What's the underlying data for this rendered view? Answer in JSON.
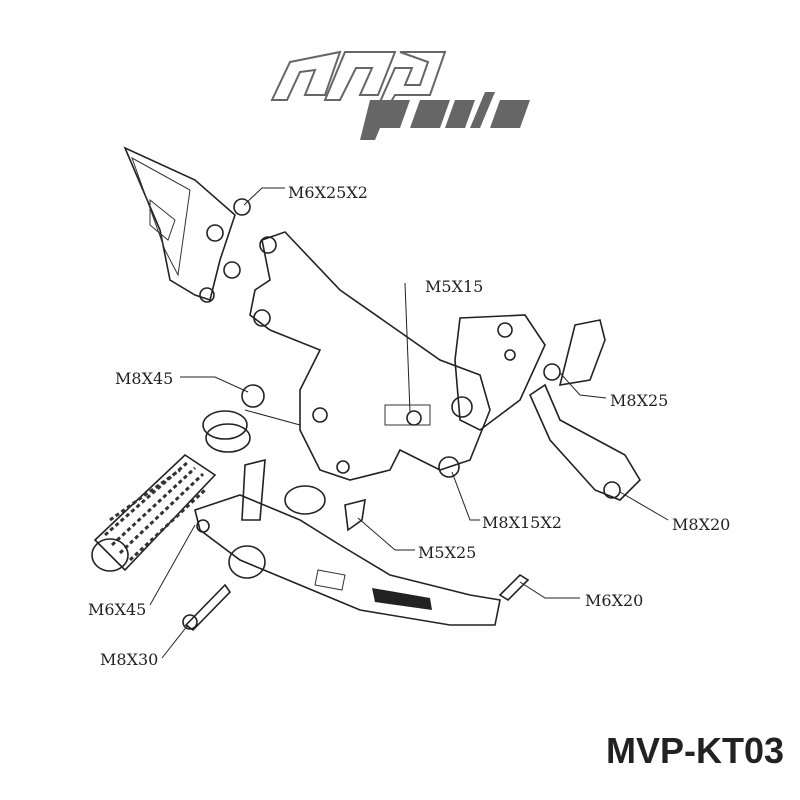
{
  "logo": {
    "text_top": "mv",
    "text_bottom": "parts",
    "color": "#666666"
  },
  "labels": {
    "m6x25x2": "M6X25X2",
    "m5x15": "M5X15",
    "m8x45": "M8X45",
    "m8x25": "M8X25",
    "m8x15x2": "M8X15X2",
    "m8x20": "M8X20",
    "m5x25": "M5X25",
    "m6x20": "M6X20",
    "m6x45": "M6X45",
    "m8x30": "M8X30"
  },
  "product_code": "MVP-KT03"
}
